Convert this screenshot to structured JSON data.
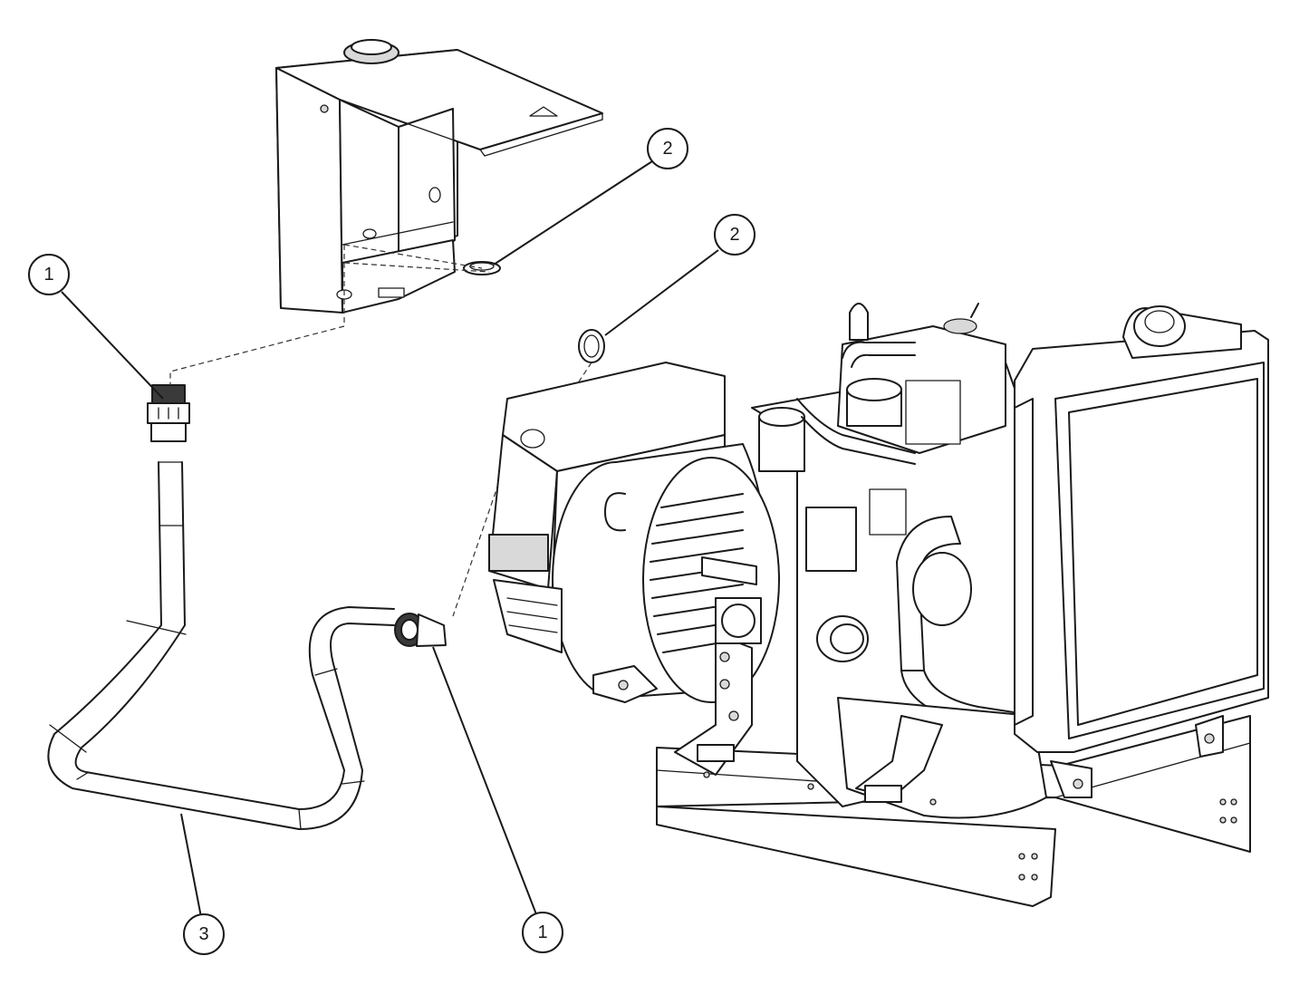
{
  "callouts": [
    {
      "label": "1"
    },
    {
      "label": "2"
    },
    {
      "label": "2"
    },
    {
      "label": "3"
    },
    {
      "label": "1"
    }
  ],
  "parts": {
    "junction_box": "junction-box",
    "locknut": "locknut",
    "conduit_fitting": "conduit-connector",
    "flexible_conduit": "flexible-conduit",
    "generator_set": "generator-set"
  }
}
